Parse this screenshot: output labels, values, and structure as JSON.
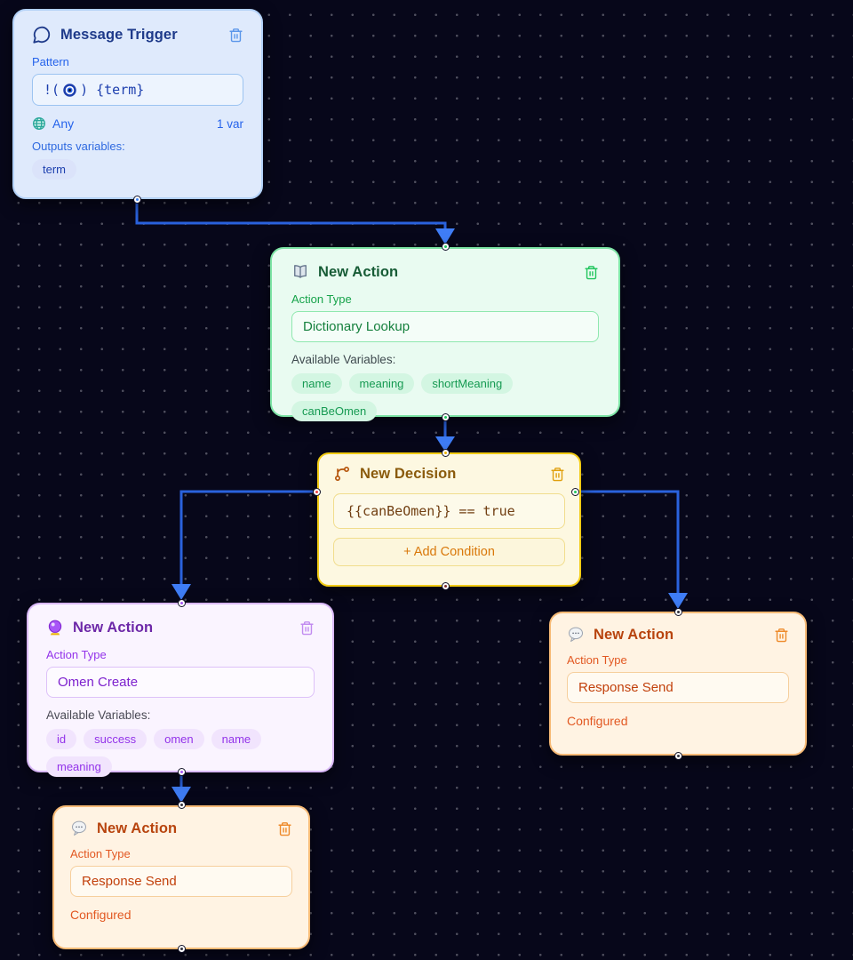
{
  "canvas": {
    "background": "#07071a",
    "connector_color": "#2a62dd"
  },
  "nodes": {
    "trigger": {
      "accent": "#1e3a8a",
      "title": "Message Trigger",
      "pattern_label": "Pattern",
      "pattern_value": "!(🧿) {term}",
      "pattern_before": "!(",
      "pattern_after": ") {term}",
      "scope_label": "Any",
      "var_count": "1 var",
      "outputs_label": "Outputs variables:",
      "output_vars": [
        "term"
      ]
    },
    "dictionary": {
      "accent": "#16a34a",
      "title": "New Action",
      "action_type_label": "Action Type",
      "action_type_value": "Dictionary Lookup",
      "variables_label": "Available Variables:",
      "variables": [
        "name",
        "meaning",
        "shortMeaning",
        "canBeOmen"
      ]
    },
    "decision": {
      "accent": "#eab308",
      "title": "New Decision",
      "condition": "{{canBeOmen}} == true",
      "add_condition_label": "+ Add Condition"
    },
    "omen": {
      "accent": "#9333ea",
      "title": "New Action",
      "action_type_label": "Action Type",
      "action_type_value": "Omen Create",
      "variables_label": "Available Variables:",
      "variables": [
        "id",
        "success",
        "omen",
        "name",
        "meaning"
      ]
    },
    "response_right": {
      "accent": "#ea580c",
      "title": "New Action",
      "action_type_label": "Action Type",
      "action_type_value": "Response Send",
      "status": "Configured"
    },
    "response_bottom": {
      "accent": "#ea580c",
      "title": "New Action",
      "action_type_label": "Action Type",
      "action_type_value": "Response Send",
      "status": "Configured"
    }
  }
}
